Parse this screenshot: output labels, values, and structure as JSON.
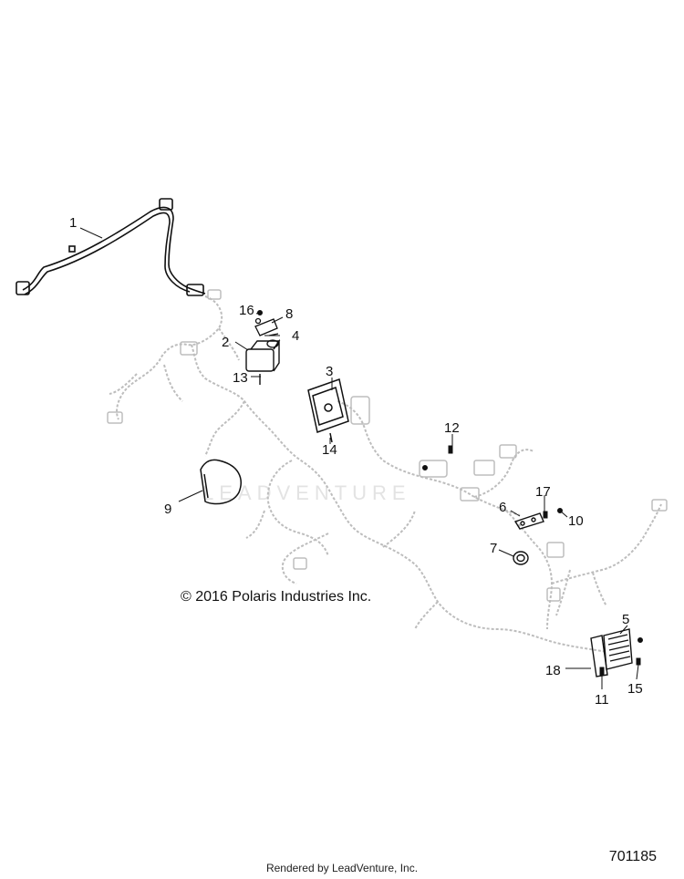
{
  "callouts": [
    "1",
    "2",
    "3",
    "4",
    "5",
    "6",
    "7",
    "8",
    "9",
    "10",
    "11",
    "12",
    "13",
    "14",
    "15",
    "16",
    "17",
    "18"
  ],
  "copyright": "© 2016 Polaris Industries Inc.",
  "watermark": "LEADVENTURE",
  "footer": "Rendered by LeadVenture, Inc.",
  "drawing_id": "701185",
  "colors": {
    "line": "#111111",
    "ghost": "#bdbdbd",
    "watermark": "#e3e3e3"
  }
}
